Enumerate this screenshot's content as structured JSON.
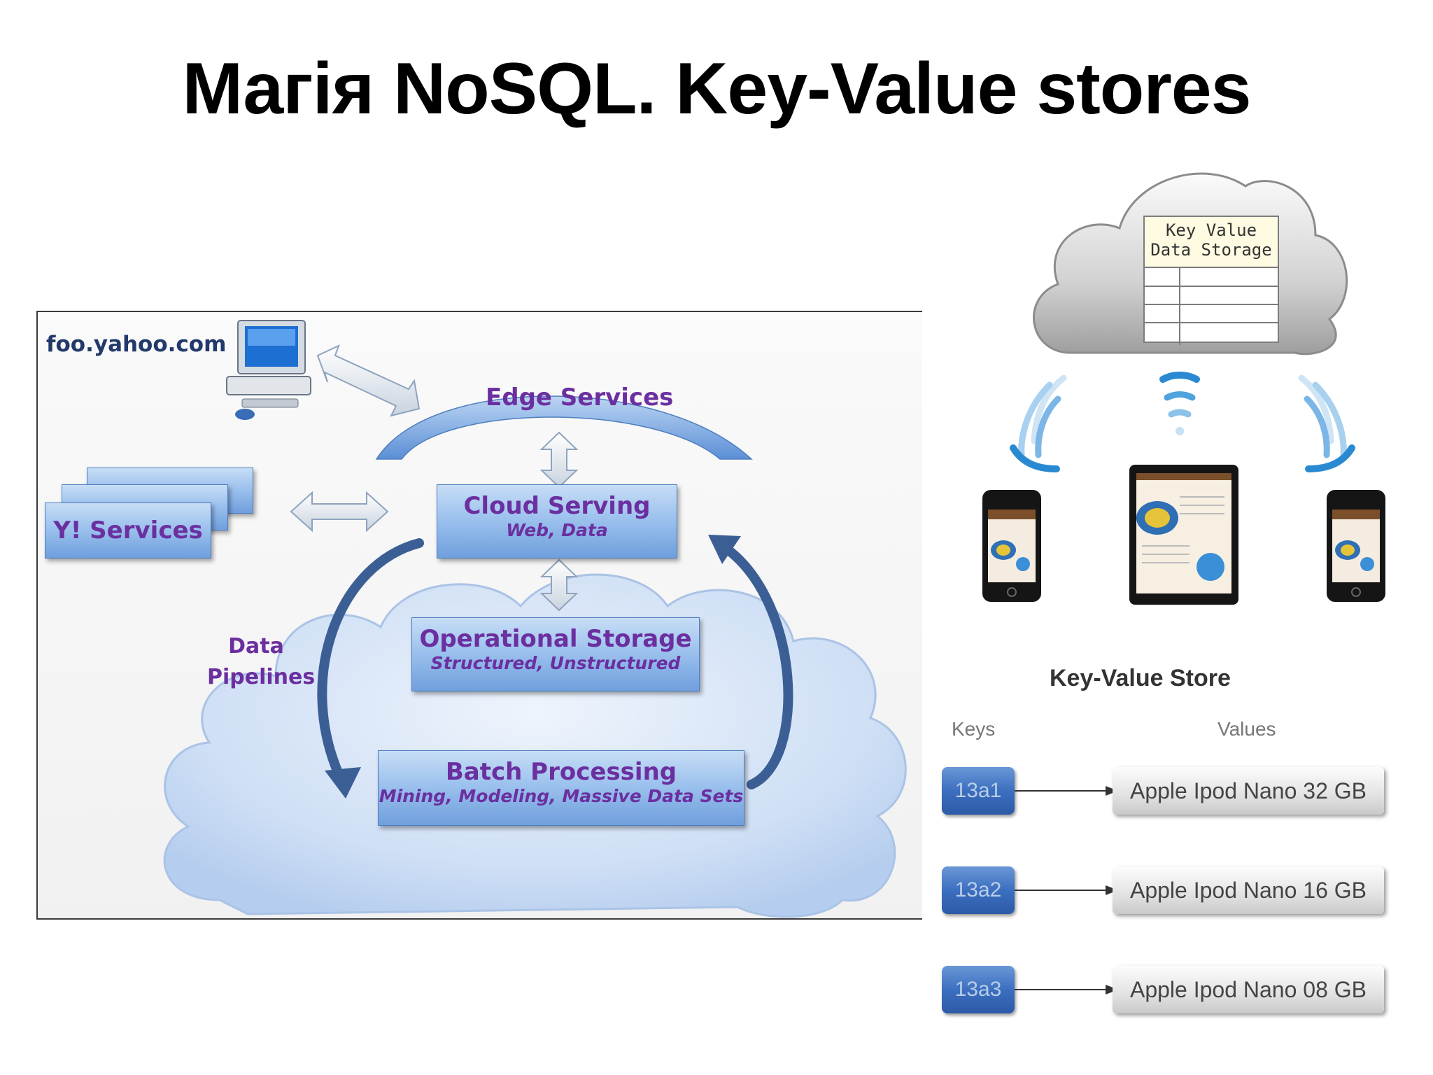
{
  "slide": {
    "title": "Магія NoSQL. Key-Value stores"
  },
  "yahoo_diagram": {
    "host": "foo.yahoo.com",
    "edge_services": "Edge Services",
    "y_services": "Y! Services",
    "cloud_serving": {
      "title": "Cloud Serving",
      "subtitle": "Web, Data"
    },
    "operational_storage": {
      "title": "Operational Storage",
      "subtitle": "Structured, Unstructured"
    },
    "batch_processing": {
      "title": "Batch Processing",
      "subtitle": "Mining, Modeling, Massive Data Sets"
    },
    "data_pipelines": [
      "Data",
      "Pipelines"
    ],
    "colors": {
      "box_text": "#6b2fa0",
      "cloud": "#c9dbf3",
      "box": "#8fb6ea"
    }
  },
  "cloud_storage": {
    "label_line1": "Key Value",
    "label_line2": "Data Storage",
    "devices": [
      "phone-icon",
      "tablet-icon",
      "phone-icon"
    ]
  },
  "kv_store": {
    "title": "Key-Value Store",
    "keys_header": "Keys",
    "values_header": "Values",
    "rows": [
      {
        "key": "13a1",
        "value": "Apple Ipod Nano 32 GB"
      },
      {
        "key": "13a2",
        "value": "Apple Ipod Nano 16 GB"
      },
      {
        "key": "13a3",
        "value": "Apple Ipod Nano 08 GB"
      }
    ]
  }
}
